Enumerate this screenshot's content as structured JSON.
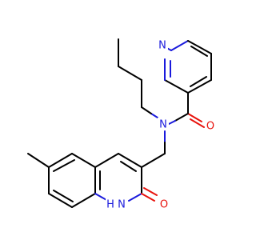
{
  "molecule": {
    "colors": {
      "bond": "#000000",
      "nitrogen": "#1a1adc",
      "oxygen": "#e8120c"
    },
    "labels": {
      "pyridine_n": "N",
      "amide_n": "N",
      "carbonyl_o": "O",
      "lactam_nh": "H",
      "lactam_n": "N",
      "lactam_o": "O"
    }
  }
}
